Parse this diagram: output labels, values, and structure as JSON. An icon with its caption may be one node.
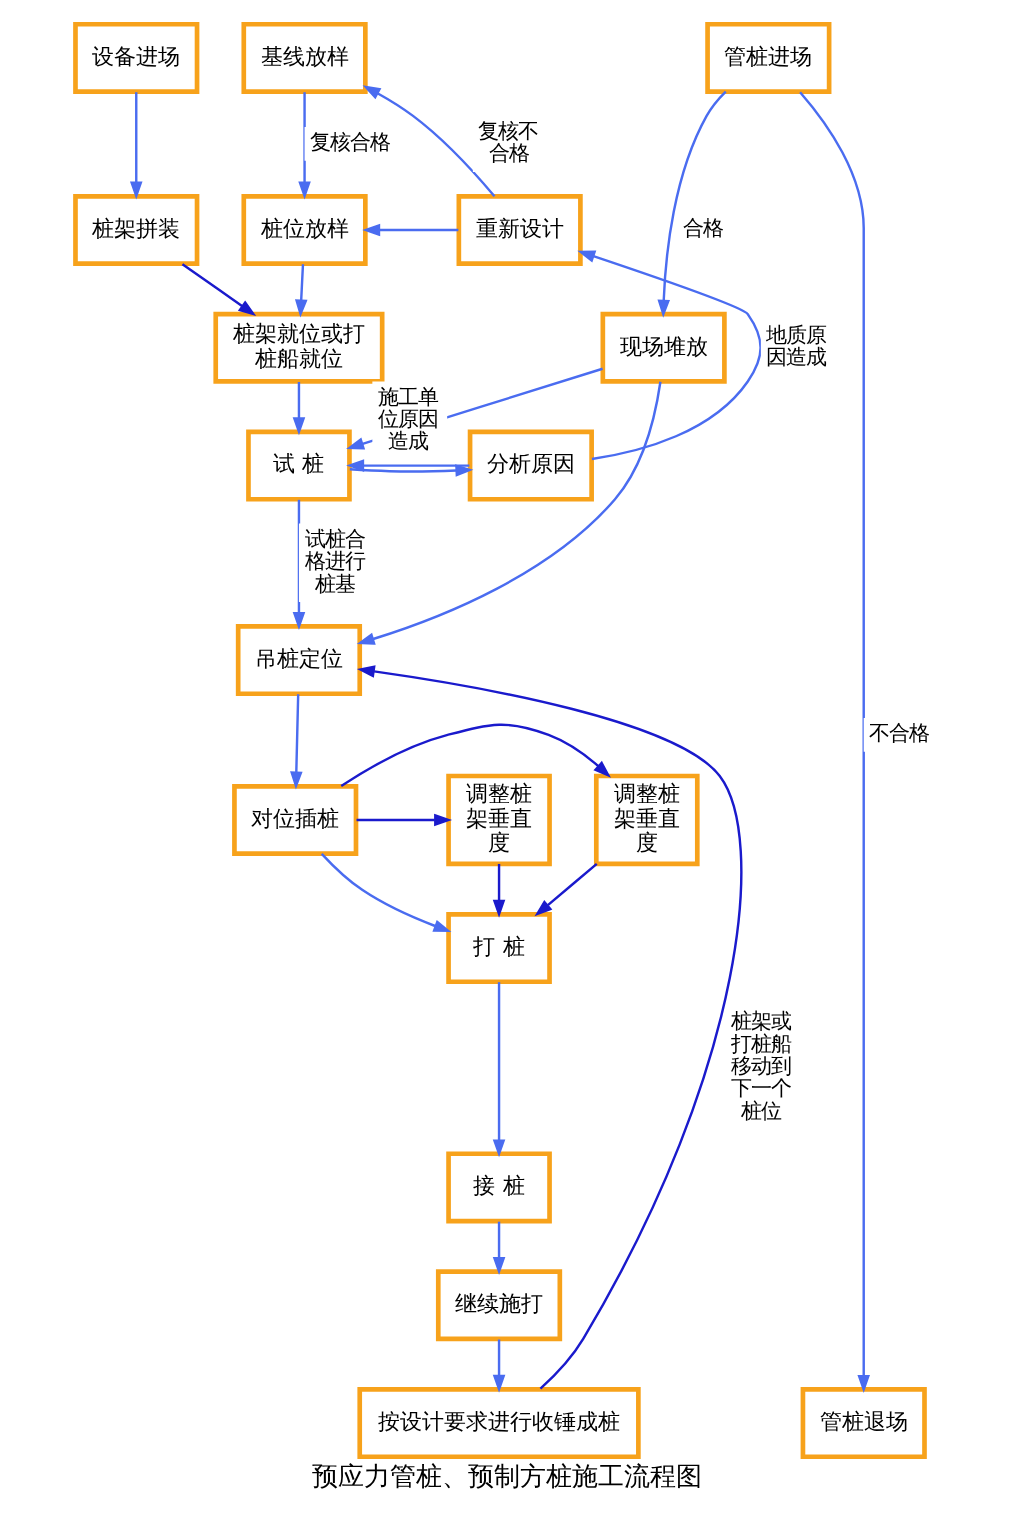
{
  "diagram": {
    "caption": "预应力管桩、预制方桩施工流程图",
    "nodes": [
      {
        "text": [
          "管桩进场"
        ]
      },
      {
        "text": [
          "设备进场"
        ]
      },
      {
        "text": [
          "基线放样"
        ]
      },
      {
        "text": [
          "桩位放样"
        ]
      },
      {
        "text": [
          "重新设计"
        ]
      },
      {
        "text": [
          "桩架拼装"
        ]
      },
      {
        "text": [
          "桩架就位或打桩船就位"
        ]
      },
      {
        "text": [
          "现场堆放"
        ]
      },
      {
        "text": [
          "试 桩"
        ]
      },
      {
        "text": [
          "分析原因"
        ]
      },
      {
        "text": [
          "吊桩定位"
        ]
      },
      {
        "text": [
          "调整桩架垂直度"
        ]
      },
      {
        "text": [
          "对位插桩"
        ]
      },
      {
        "text": [
          "调整桩架垂直度"
        ]
      },
      {
        "text": [
          "打 桩"
        ]
      },
      {
        "text": [
          "接 桩"
        ]
      },
      {
        "text": [
          "继续施打"
        ]
      },
      {
        "text": [
          "管桩退场"
        ]
      },
      {
        "text": [
          "按设计要求进行收锤成桩"
        ]
      }
    ],
    "edges": [
      {
        "from": 0,
        "to": 7,
        "arrow": "to",
        "label": "合格"
      },
      {
        "from": 0,
        "to": 17,
        "arrow": "to",
        "label": "不合格"
      },
      {
        "from": 1,
        "to": 5,
        "arrow": "to"
      },
      {
        "from": 2,
        "to": 3,
        "arrow": "to",
        "label": "复核合格"
      },
      {
        "from": 4,
        "to": 2,
        "arrow": "to",
        "label": "复核不合格"
      },
      {
        "from": 4,
        "to": 3,
        "arrow": "to"
      },
      {
        "from": 3,
        "to": 6,
        "arrow": "to"
      },
      {
        "from": 5,
        "to": 6,
        "arrow": "to",
        "color": "#1a1acc"
      },
      {
        "from": 6,
        "to": 8,
        "arrow": "to"
      },
      {
        "from": 9,
        "to": 8,
        "arrow": "to",
        "label": "施工单位原因造成"
      },
      {
        "from": 9,
        "to": 4,
        "arrow": "to",
        "label": "地质原因造成"
      },
      {
        "from": 7,
        "to": 8,
        "arrow": "to"
      },
      {
        "from": 7,
        "to": 10,
        "arrow": "to"
      },
      {
        "from": 8,
        "to": 9,
        "arrow": "to"
      },
      {
        "from": 8,
        "to": 10,
        "arrow": "to",
        "label": "试桩合格进行桩基"
      },
      {
        "from": 10,
        "to": 12,
        "arrow": "to"
      },
      {
        "from": 12,
        "to": 11,
        "arrow": "to",
        "color": "#1a1acc"
      },
      {
        "from": 12,
        "to": 13,
        "arrow": "to",
        "color": "#1a1acc"
      },
      {
        "from": 12,
        "to": 14,
        "arrow": "to"
      },
      {
        "from": 11,
        "to": 14,
        "arrow": "to",
        "color": "#1a1acc"
      },
      {
        "from": 13,
        "to": 14,
        "arrow": "to",
        "color": "#1a1acc"
      },
      {
        "from": 14,
        "to": 15,
        "arrow": "to"
      },
      {
        "from": 15,
        "to": 16,
        "arrow": "to"
      },
      {
        "from": 16,
        "to": 18,
        "arrow": "to"
      },
      {
        "from": 18,
        "to": 10,
        "arrow": "to",
        "label": "桩架或打桩船移动到下一个桩位",
        "color": "#1a1acc"
      }
    ]
  }
}
